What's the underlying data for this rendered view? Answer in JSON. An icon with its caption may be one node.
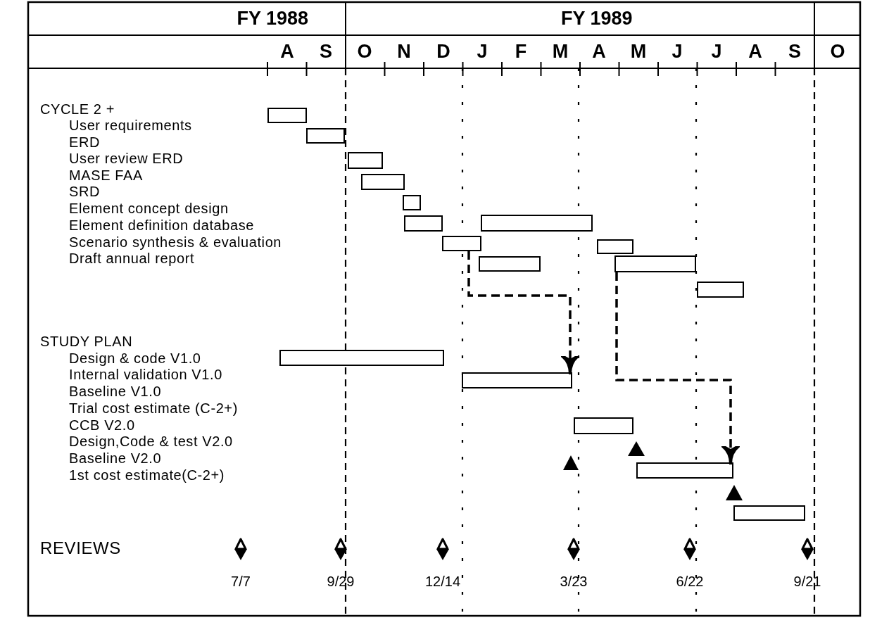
{
  "diagram": {
    "nodes": [
      {
        "text": [],
        "shape": "bar"
      },
      {
        "text": [],
        "shape": "bar"
      },
      {
        "text": [],
        "shape": "bar"
      },
      {
        "text": [],
        "shape": "bar"
      },
      {
        "text": [],
        "shape": "bar"
      },
      {
        "text": [],
        "shape": "bar"
      },
      {
        "text": [],
        "shape": "bar"
      },
      {
        "text": [],
        "shape": "bar"
      },
      {
        "text": [],
        "shape": "bar"
      },
      {
        "text": [],
        "shape": "bar"
      },
      {
        "text": [],
        "shape": "bar"
      },
      {
        "text": [],
        "shape": "bar"
      },
      {
        "text": [],
        "shape": "bar"
      },
      {
        "text": [],
        "shape": "bar"
      },
      {
        "text": [],
        "shape": "triangle"
      },
      {
        "text": [],
        "shape": "bar"
      },
      {
        "text": [],
        "shape": "triangle"
      },
      {
        "text": [],
        "shape": "bar"
      },
      {
        "text": [],
        "shape": "triangle"
      },
      {
        "text": [],
        "shape": "bar"
      },
      {
        "text": [],
        "shape": "diamond",
        "beside": [
          "7/7"
        ]
      },
      {
        "text": [],
        "shape": "diamond",
        "beside": [
          "9/29"
        ]
      },
      {
        "text": [],
        "shape": "diamond",
        "beside": [
          "12/14"
        ]
      },
      {
        "text": [],
        "shape": "diamond",
        "beside": [
          "3/23"
        ]
      },
      {
        "text": [],
        "shape": "diamond",
        "beside": [
          "6/22"
        ]
      },
      {
        "text": [],
        "shape": "diamond",
        "beside": [
          "9/21"
        ]
      }
    ],
    "edges": [
      {
        "from": 7,
        "to": 13,
        "arrow": "to",
        "style": "dashed"
      },
      {
        "from": 10,
        "to": 17,
        "arrow": "to",
        "style": "dashed"
      }
    ],
    "labels": [
      "FY 1988",
      "FY 1989",
      "A",
      "S",
      "O",
      "N",
      "D",
      "J",
      "F",
      "M",
      "A",
      "M",
      "J",
      "J",
      "A",
      "S",
      "O",
      "CYCLE 2 +",
      "User requirements",
      "ERD",
      "User review ERD",
      "MASE FAA",
      "SRD",
      "Element concept design",
      "Element definition database",
      "Scenario synthesis & evaluation",
      "Draft annual report",
      "STUDY PLAN",
      "Design & code V1.0",
      "Internal validation V1.0",
      "Baseline V1.0",
      "Trial cost estimate (C-2+)",
      "CCB V2.0",
      "Design,Code & test V2.0",
      "Baseline V2.0",
      "1st cost estimate(C-2+)",
      "REVIEWS"
    ]
  }
}
